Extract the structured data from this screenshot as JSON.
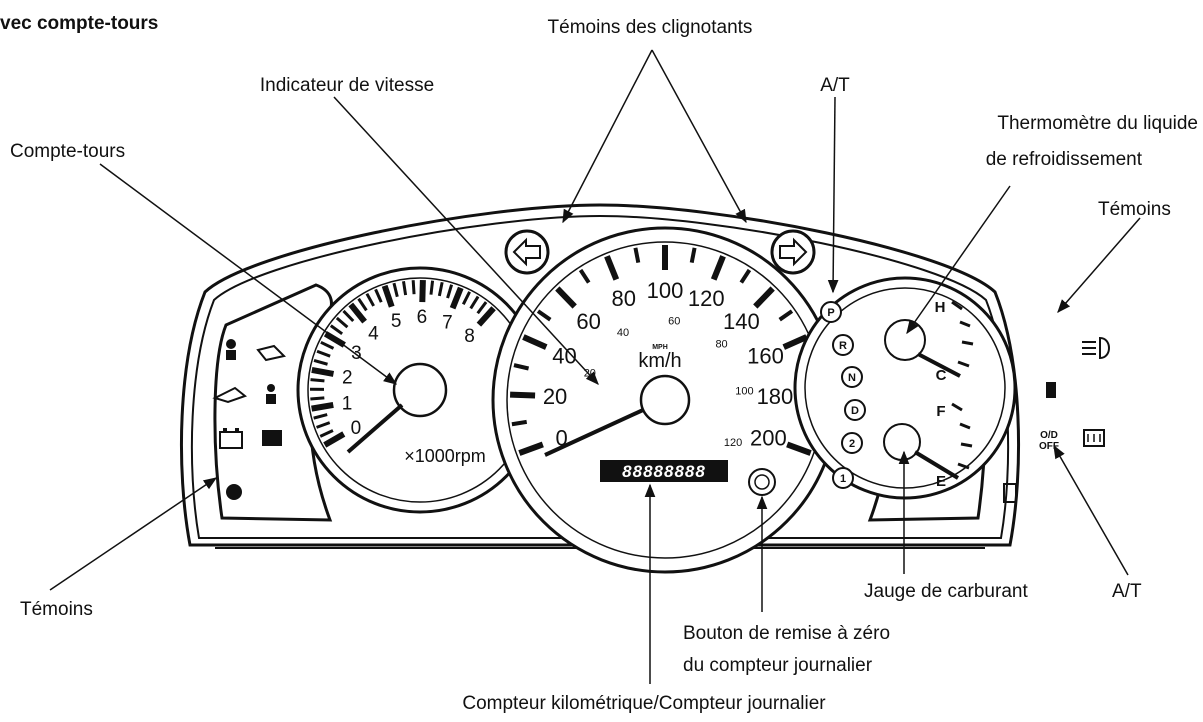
{
  "heading": "vec compte-tours",
  "callouts": {
    "turn_signal_lights": "Témoins des clignotants",
    "speedometer": "Indicateur de vitesse",
    "at_top": "A/T",
    "coolant_line1": "Thermomètre du liquide",
    "coolant_line2": "de refroidissement",
    "tachometer": "Compte-tours",
    "warning_lights_right": "Témoins",
    "warning_lights_left": "Témoins",
    "fuel_gauge": "Jauge de carburant",
    "at_bottom": "A/T",
    "trip_reset_line1": "Bouton de remise à zéro",
    "trip_reset_line2": "du compteur journalier",
    "odometer": "Compteur kilométrique/Compteur journalier"
  },
  "tachometer": {
    "numbers": [
      "0",
      "1",
      "2",
      "3",
      "4",
      "5",
      "6",
      "7",
      "8"
    ],
    "unit": "×1000rpm"
  },
  "speedometer": {
    "numbers": [
      "0",
      "20",
      "40",
      "60",
      "80",
      "100",
      "120",
      "140",
      "160",
      "180",
      "200"
    ],
    "inner_numbers": [
      "20",
      "40",
      "60",
      "80",
      "100",
      "120"
    ],
    "unit_top": "MPH",
    "unit": "km/h"
  },
  "odometer_display": "88888888",
  "gear_indicators": [
    "P",
    "R",
    "N",
    "D",
    "2",
    "1"
  ],
  "temp_gauge": {
    "hot": "H",
    "cold": "C"
  },
  "fuel_gauge_marks": {
    "full": "F",
    "empty": "E"
  },
  "right_panel_labels": {
    "od_off_top": "O/D",
    "od_off_bottom": "OFF"
  }
}
